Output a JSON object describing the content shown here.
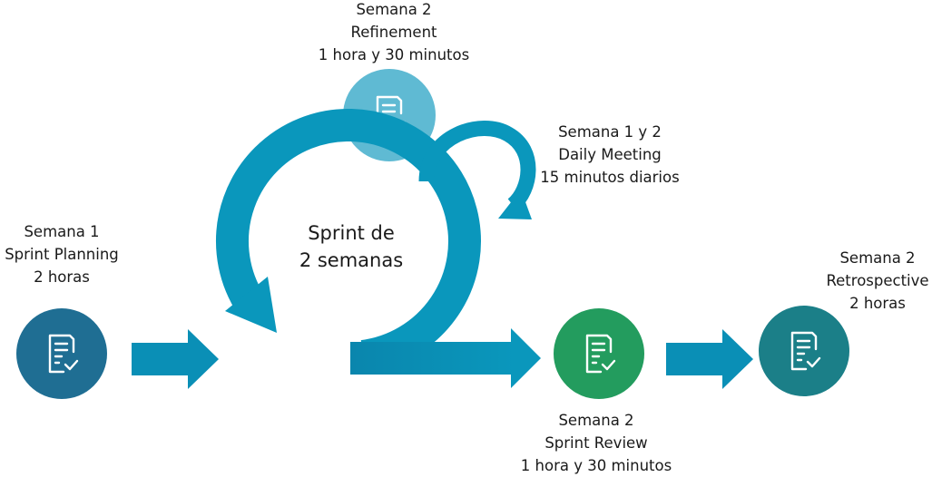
{
  "center": {
    "line1": "Sprint de",
    "line2": "2 semanas"
  },
  "events": {
    "planning": {
      "week": "Semana 1",
      "name": "Sprint Planning",
      "duration": "2 horas",
      "color": "#1f6e93",
      "icon": "document-check-icon"
    },
    "refinement": {
      "week": "Semana 2",
      "name": "Refinement",
      "duration": "1 hora y 30 minutos",
      "color": "#5fbad3",
      "icon": "document-check-icon"
    },
    "daily": {
      "week": "Semana 1 y 2",
      "name": "Daily Meeting",
      "duration": "15 minutos diarios"
    },
    "review": {
      "week": "Semana 2",
      "name": "Sprint Review",
      "duration": "1 hora y 30 minutos",
      "color": "#239c5e",
      "icon": "document-check-icon"
    },
    "retrospective": {
      "week": "Semana 2",
      "name": "Retrospective",
      "duration": "2 horas",
      "color": "#1b7f88",
      "icon": "document-check-icon"
    }
  },
  "colors": {
    "cycle": "#0a97bc",
    "arrow": "#0a8fb6"
  }
}
